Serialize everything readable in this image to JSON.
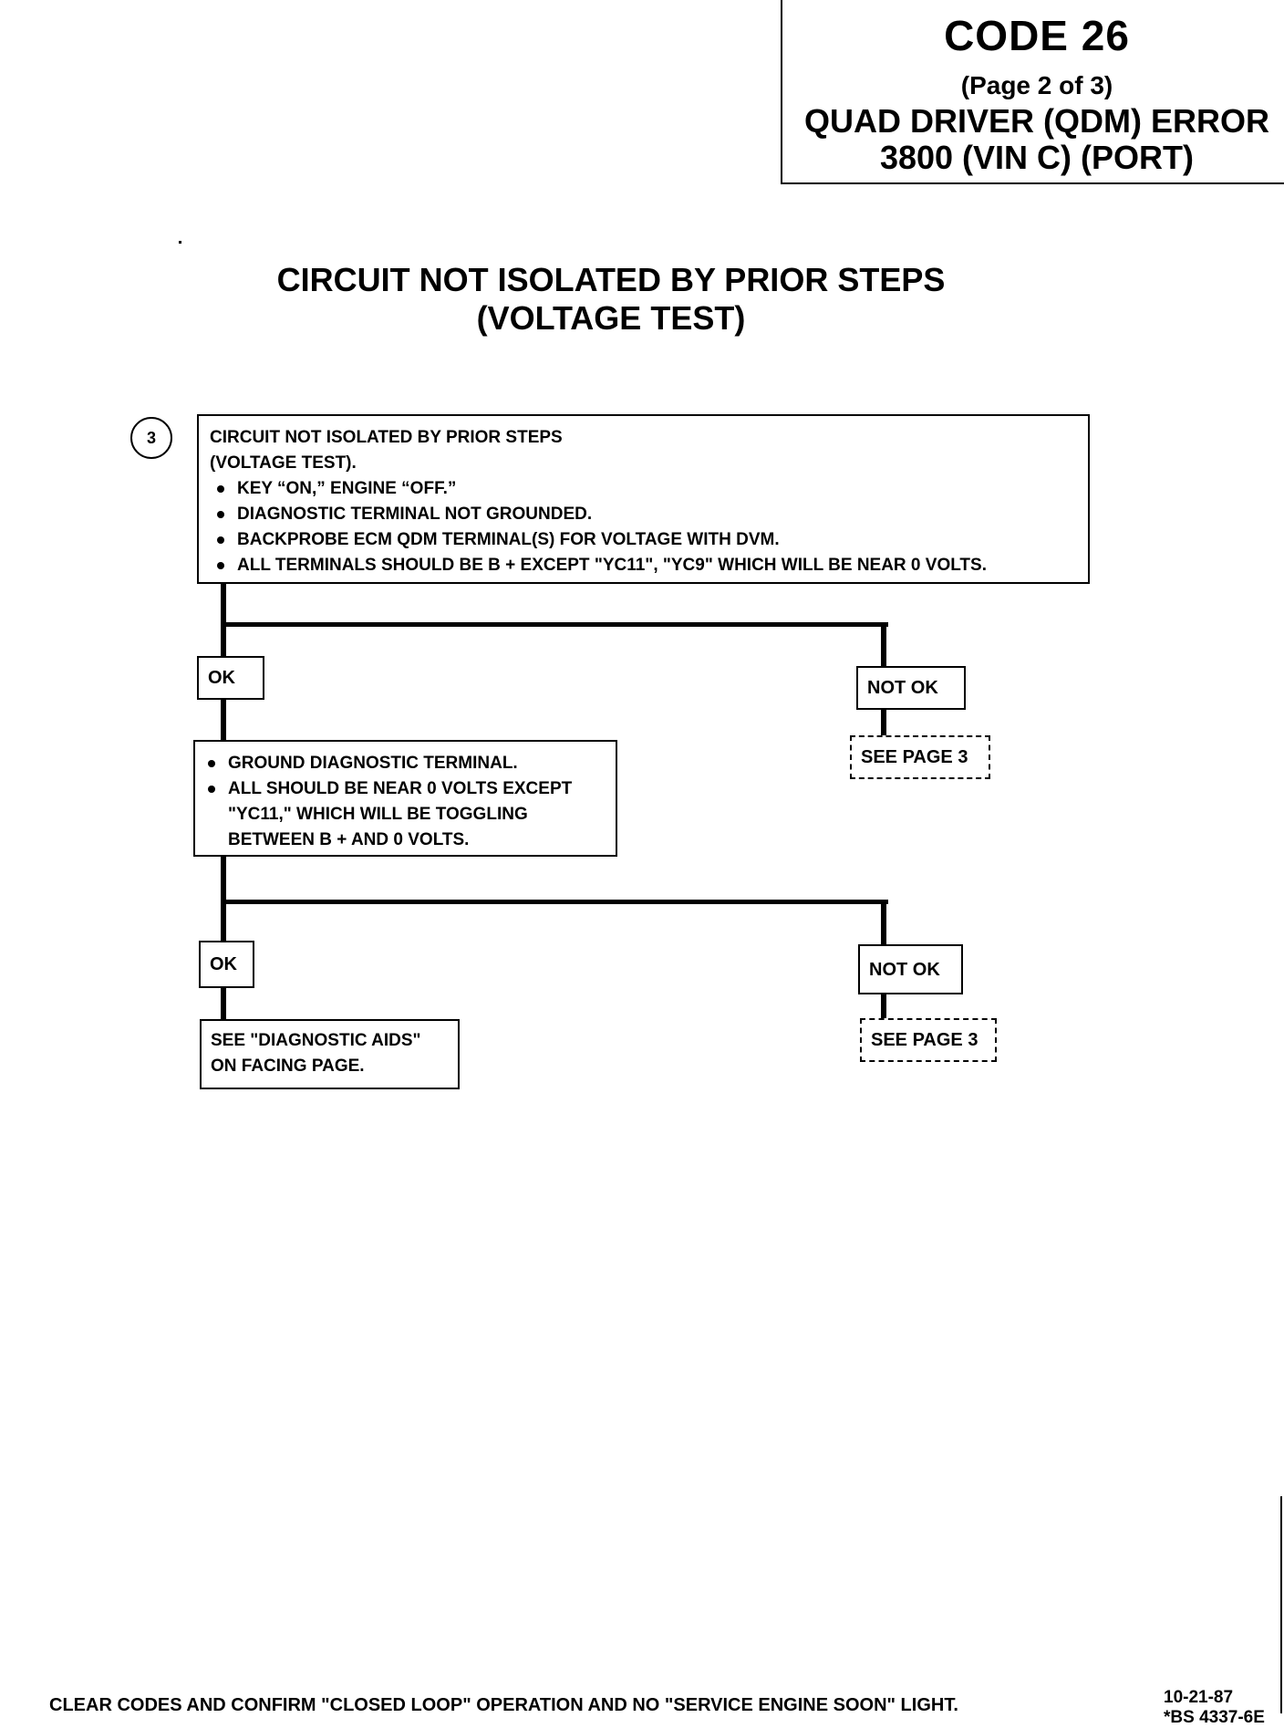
{
  "header": {
    "code": "CODE 26",
    "page": "(Page 2 of 3)",
    "title_line1": "QUAD DRIVER (QDM) ERROR",
    "title_line2": "3800 (VIN C) (PORT)"
  },
  "main_title": {
    "line1": "CIRCUIT NOT ISOLATED BY PRIOR STEPS",
    "line2": "(VOLTAGE TEST)"
  },
  "step": {
    "number": "3",
    "heading1": "CIRCUIT NOT ISOLATED BY PRIOR STEPS",
    "heading2": "(VOLTAGE TEST).",
    "bullets": [
      "KEY “ON,” ENGINE “OFF.”",
      "DIAGNOSTIC TERMINAL NOT GROUNDED.",
      "BACKPROBE ECM QDM TERMINAL(S) FOR VOLTAGE WITH DVM.",
      "ALL TERMINALS SHOULD BE B + EXCEPT \"YC11\", \"YC9\" WHICH WILL BE NEAR 0 VOLTS."
    ]
  },
  "branch1": {
    "ok_label": "OK",
    "not_ok_label": "NOT OK",
    "not_ok_ref": "SEE PAGE 3",
    "ok_bullet1": "GROUND DIAGNOSTIC TERMINAL.",
    "ok_bullet2_line1": "ALL SHOULD BE NEAR 0 VOLTS EXCEPT",
    "ok_bullet2_line2": "\"YC11,\" WHICH WILL BE TOGGLING",
    "ok_bullet2_line3": "BETWEEN B + AND 0 VOLTS."
  },
  "branch2": {
    "ok_label": "OK",
    "not_ok_label": "NOT OK",
    "not_ok_ref": "SEE PAGE 3",
    "ok_result_line1": "SEE \"DIAGNOSTIC AIDS\"",
    "ok_result_line2": "ON FACING PAGE."
  },
  "footer": {
    "note": "CLEAR CODES AND CONFIRM \"CLOSED LOOP\" OPERATION AND NO \"SERVICE ENGINE SOON\" LIGHT.",
    "date": "10-21-87",
    "ref": "*BS 4337-6E"
  }
}
